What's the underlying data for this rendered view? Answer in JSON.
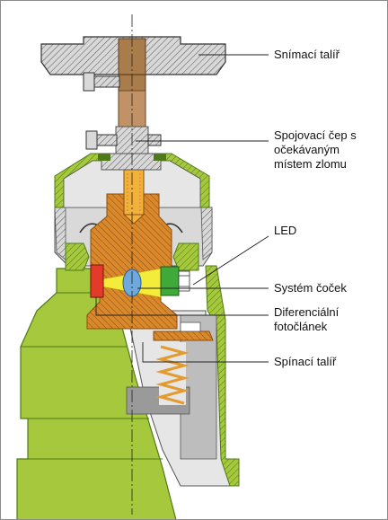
{
  "labels": {
    "plate": "Snímací talíř",
    "pin": "Spojovací čep s\nočekávaným\nmístem zlomu",
    "led": "LED",
    "lens": "Systém čoček",
    "photocell": "Diferenciální\nfotočlánek",
    "switch_plate": "Spínací talíř"
  },
  "colors": {
    "green": "#a6c83c",
    "green_dark": "#4f7a1a",
    "copper": "#d9882c",
    "bronze": "#a97c4c",
    "gray_light": "#e6e6e6",
    "gray_mid": "#bdbdbd",
    "gray_dark": "#9a9a9a",
    "led_red": "#e43a2a",
    "led_green": "#3faa3a",
    "beam": "#f4ec3a",
    "lens": "#6fa8dc",
    "gold_pin": "#f2b13b",
    "spring": "#e39a2f"
  }
}
